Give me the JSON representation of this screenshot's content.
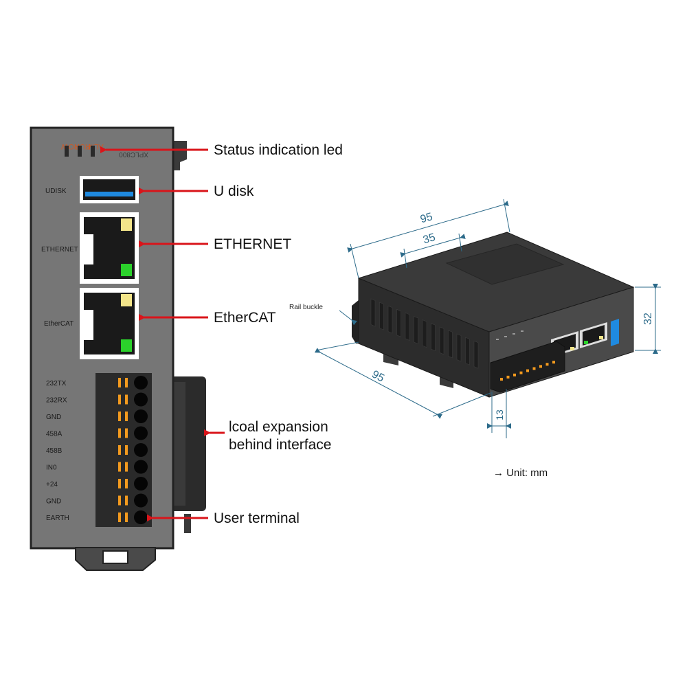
{
  "front_panel": {
    "model": "XPLC800",
    "leds": [
      "POW",
      "RUN",
      "ALM"
    ],
    "ports": {
      "udisk": "UDISK",
      "ethernet": "ETHERNET",
      "ethercat": "EtherCAT"
    },
    "terminals": [
      "232TX",
      "232RX",
      "GND",
      "458A",
      "458B",
      "IN0",
      "+24",
      "GND",
      "EARTH"
    ]
  },
  "callouts": {
    "status_led": "Status indication led",
    "udisk": "U disk",
    "ethernet": "ETHERNET",
    "ethercat": "EtherCAT",
    "expansion_line1": "lcoal expansion",
    "expansion_line2": "behind interface",
    "user_terminal": "User terminal"
  },
  "dimensions": {
    "top_length": "95",
    "top_inner": "35",
    "side_length": "95",
    "height": "32",
    "terminal_depth": "13",
    "rail_buckle": "Rail buckle",
    "unit": "→ Unit: mm"
  },
  "colors": {
    "arrow": "#d9141a",
    "panel": "#767676",
    "dimension": "#2d6b8a",
    "led_green": "#2bd12b",
    "led_yellow": "#f3e58a",
    "usb_blue": "#1f8ae0",
    "terminal_orange": "#f39a1e"
  }
}
